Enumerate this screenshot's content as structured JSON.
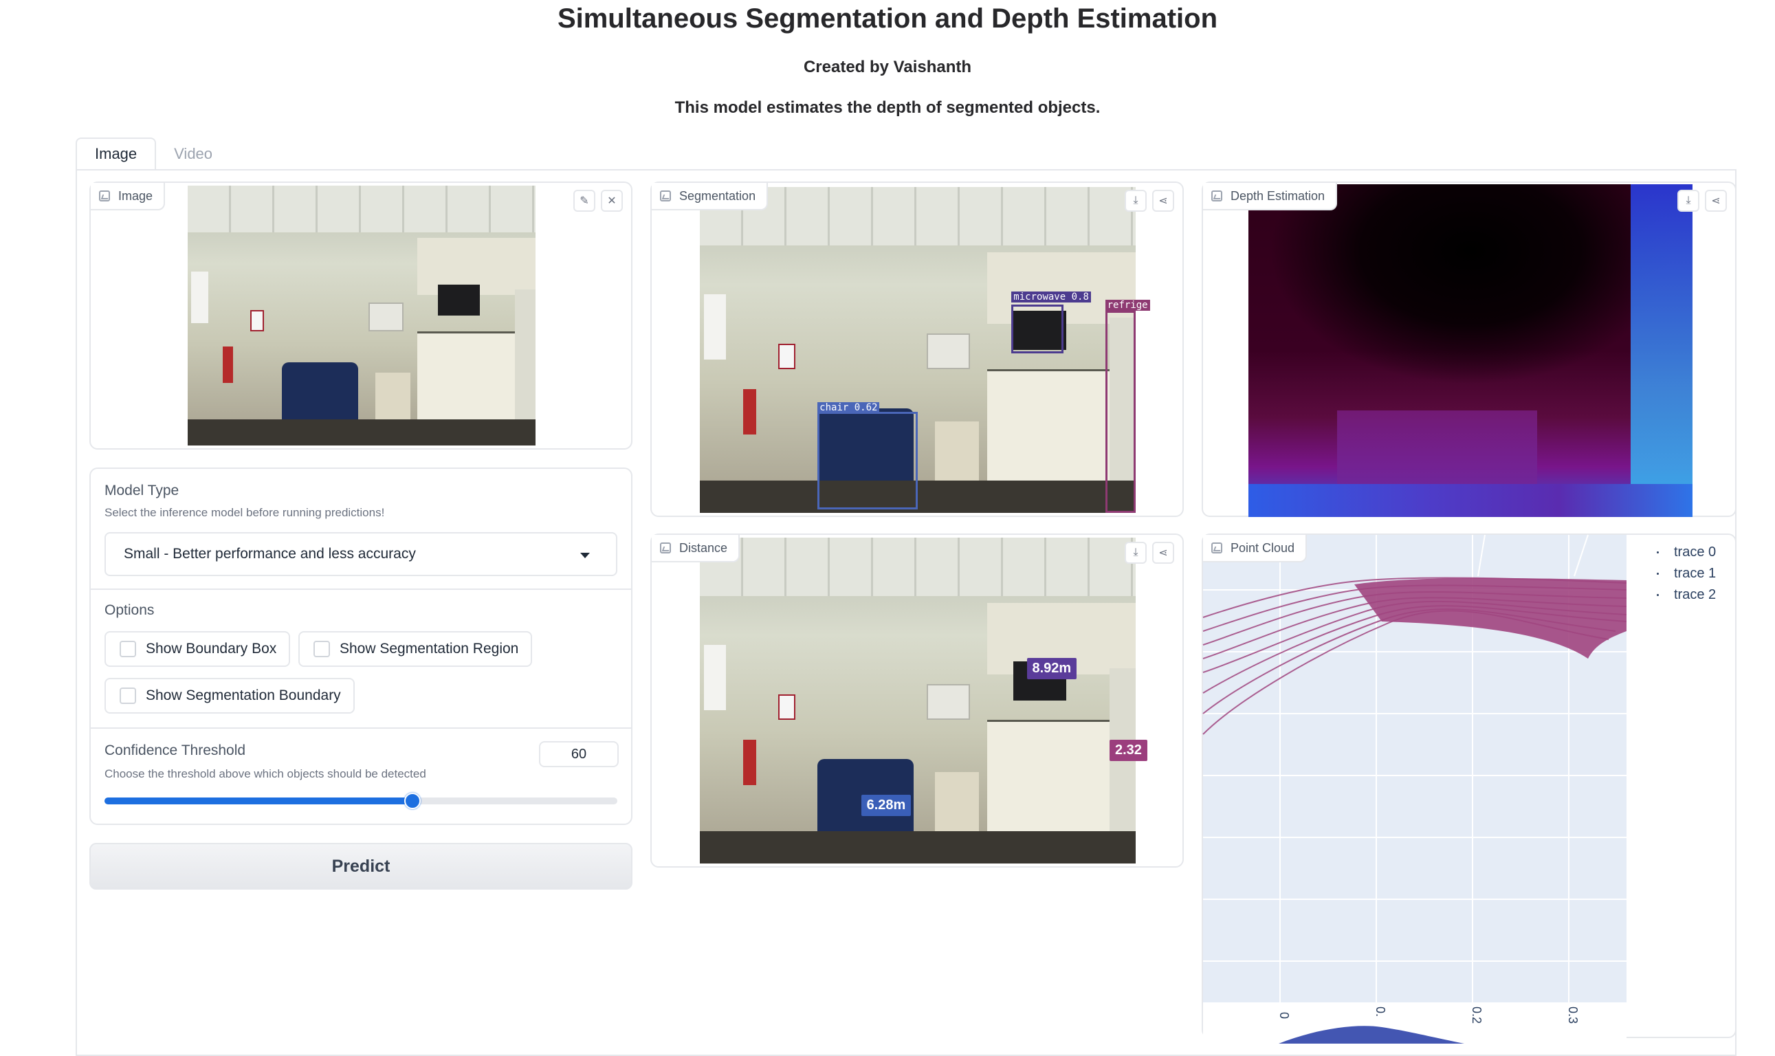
{
  "header": {
    "title": "Simultaneous Segmentation and Depth Estimation",
    "author": "Created by Vaishanth",
    "description": "This model estimates the depth of segmented objects."
  },
  "tabs": [
    {
      "label": "Image",
      "active": true
    },
    {
      "label": "Video",
      "active": false
    }
  ],
  "input_image": {
    "label": "Image",
    "icons": [
      "edit-icon",
      "close-icon"
    ]
  },
  "segmentation": {
    "label": "Segmentation",
    "icons": [
      "download-icon",
      "share-icon"
    ],
    "detections": [
      {
        "tag": "microwave 0.8",
        "color": "#4c3b8f"
      },
      {
        "tag": "refrige",
        "color": "#8e3a72"
      },
      {
        "tag": "chair 0.62",
        "color": "#4a66b8"
      }
    ]
  },
  "depth": {
    "label": "Depth Estimation",
    "icons": [
      "download-icon",
      "share-icon"
    ]
  },
  "distance": {
    "label": "Distance",
    "icons": [
      "download-icon",
      "share-icon"
    ],
    "tags": [
      {
        "text": "8.92m",
        "color": "#5a3c9a"
      },
      {
        "text": "2.32",
        "color": "#9b3e7d"
      },
      {
        "text": "6.28m",
        "color": "#3a5fb8"
      }
    ]
  },
  "point_cloud": {
    "label": "Point Cloud",
    "legend": [
      "trace 0",
      "trace 1",
      "trace 2"
    ],
    "x_ticks": [
      "0",
      "0.",
      "0.2",
      "0.3"
    ],
    "trace_color": "#a0457f",
    "trace_color_2": "#4356b2"
  },
  "model_type": {
    "label": "Model Type",
    "info": "Select the inference model before running predictions!",
    "selected": "Small - Better performance and less accuracy"
  },
  "options": {
    "label": "Options",
    "checkboxes": [
      {
        "label": "Show Boundary Box",
        "checked": false
      },
      {
        "label": "Show Segmentation Region",
        "checked": false
      },
      {
        "label": "Show Segmentation Boundary",
        "checked": false
      }
    ]
  },
  "confidence": {
    "label": "Confidence Threshold",
    "info": "Choose the threshold above which objects should be detected",
    "value": "60",
    "fraction": 0.6
  },
  "predict_button": "Predict",
  "colors": {
    "accent": "#1d6fe0",
    "border": "#e5e7eb"
  }
}
